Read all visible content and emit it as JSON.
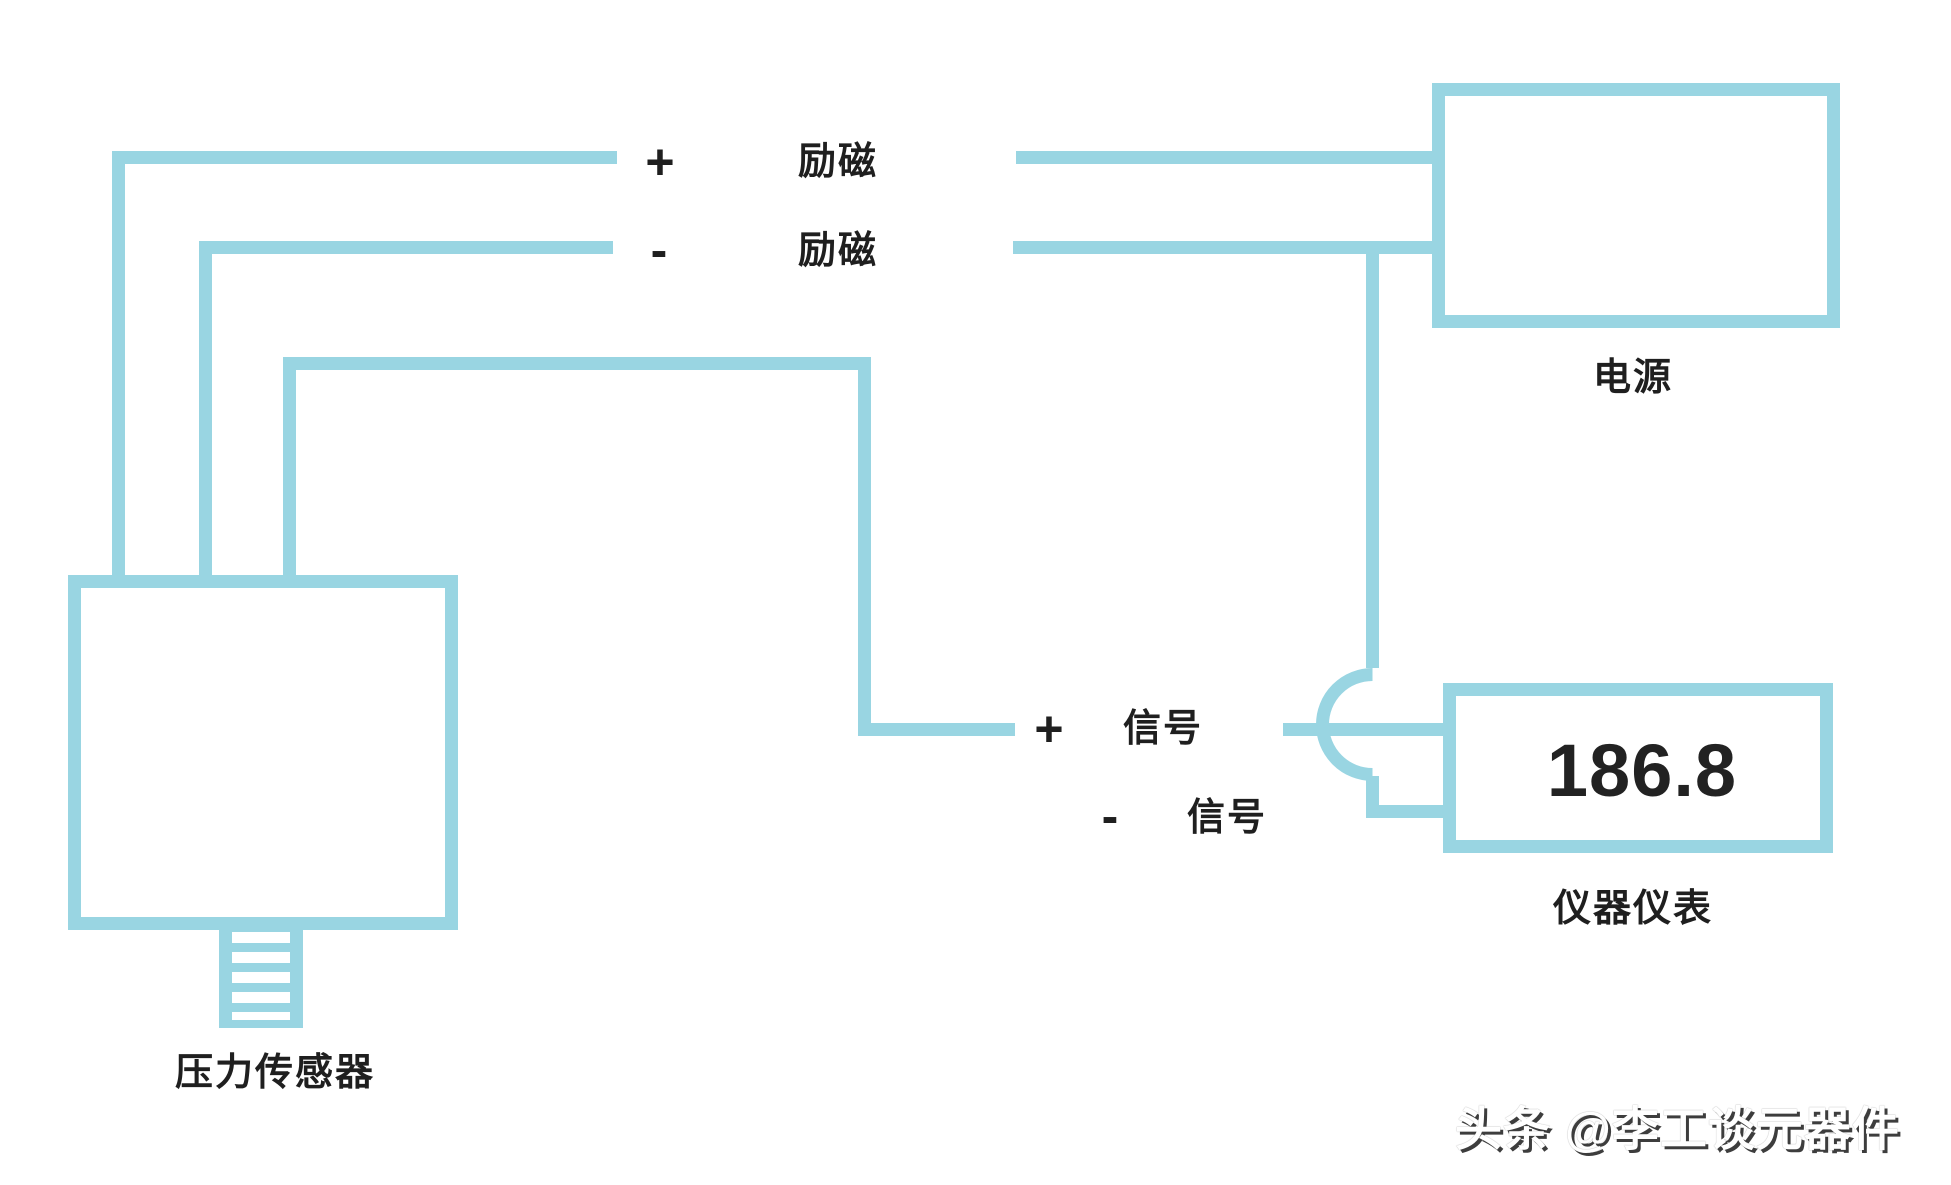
{
  "colors": {
    "wire": "#99d5e2",
    "text": "#1f1f1f",
    "background": "#ffffff"
  },
  "components": {
    "sensor": {
      "label": "压力传感器"
    },
    "power_supply": {
      "label": "电源"
    },
    "instrument": {
      "label": "仪器仪表",
      "display_value": "186.8"
    }
  },
  "wire_labels": {
    "excitation_pos": {
      "sign": "+",
      "text": "励磁"
    },
    "excitation_neg": {
      "sign": "-",
      "text": "励磁"
    },
    "signal_pos": {
      "sign": "+",
      "text": "信号"
    },
    "signal_neg": {
      "sign": "-",
      "text": "信号"
    }
  },
  "watermark": {
    "text": "头条 @李工谈元器件"
  }
}
